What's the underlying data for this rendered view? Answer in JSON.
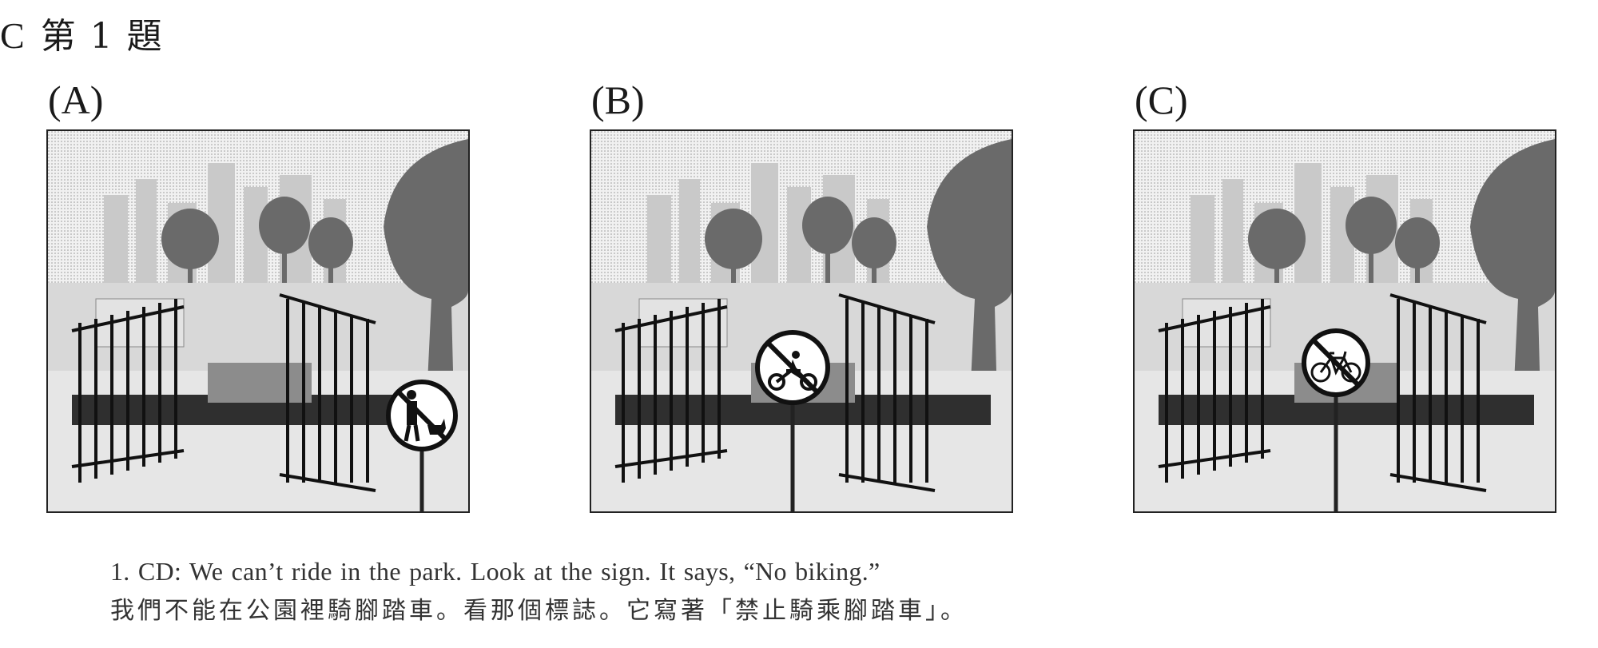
{
  "header": {
    "section": "C",
    "title": "第 1 題"
  },
  "options": [
    {
      "label": "(A)",
      "sign_icon": "no-dog-walking-sign-icon"
    },
    {
      "label": "(B)",
      "sign_icon": "no-motorcycles-sign-icon"
    },
    {
      "label": "(C)",
      "sign_icon": "no-bicycles-sign-icon"
    }
  ],
  "caption": {
    "english": "1. CD: We can’t ride in the park.    Look at the sign.    It says, “No biking.”",
    "chinese": "我們不能在公園裡騎腳踏車。看那個標誌。它寫著「禁止騎乘腳踏車」。"
  }
}
